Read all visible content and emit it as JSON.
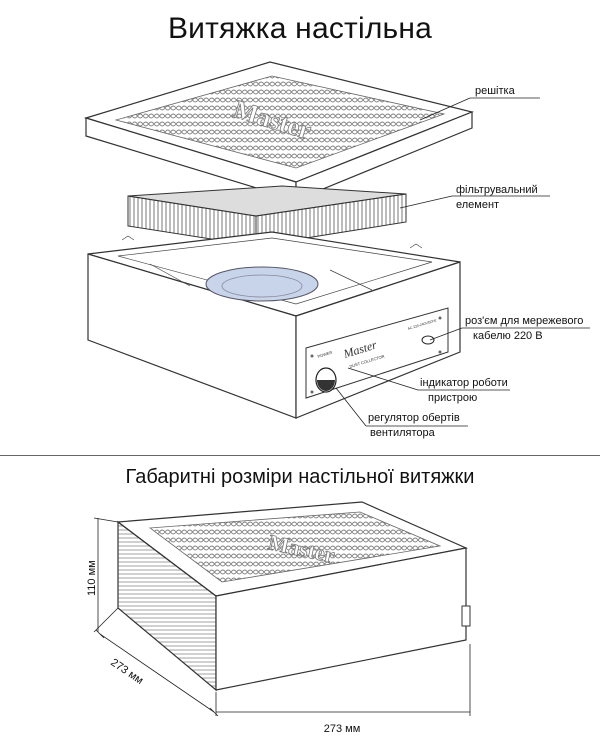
{
  "title": "Витяжка настільна",
  "subtitle": "Габаритні розміри настільної витяжки",
  "labels": {
    "grille": "решітка",
    "filter_line1": "фільтрувальний",
    "filter_line2": "елемент",
    "connector_line1": "роз'єм для мережевого",
    "connector_line2": "кабелю 220 В",
    "indicator_line1": "індикатор роботи",
    "indicator_line2": "пристрою",
    "regulator_line1": "регулятор обертів",
    "regulator_line2": "вентилятора"
  },
  "dimensions": {
    "height": "110 мм",
    "depth": "273 мм",
    "width": "273 мм"
  },
  "panel": {
    "brand": "Master",
    "power": "POWER",
    "model": "DUST COLLECTOR",
    "rating": "AC 220-240V/50Hz"
  },
  "colors": {
    "lines": "#333333",
    "fan": "#c8d4ea",
    "grille": "#999999"
  }
}
